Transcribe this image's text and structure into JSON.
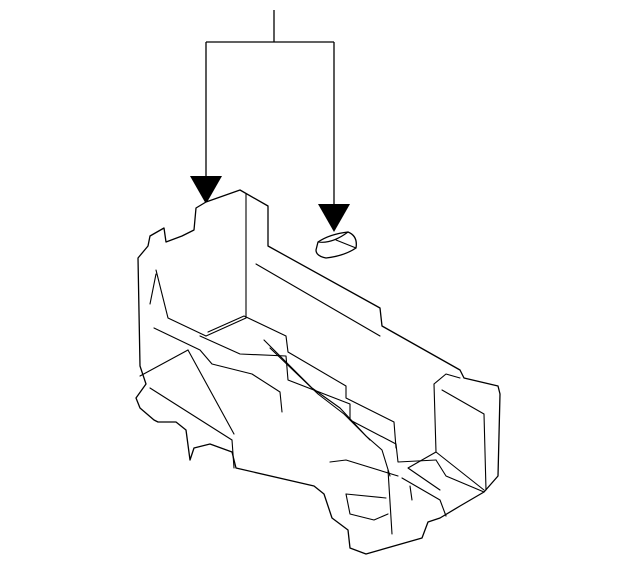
{
  "diagram": {
    "kind": "exploded parts diagram",
    "callout_count": 2,
    "parts": [
      {
        "name": "housing",
        "icon": "box-housing-icon"
      },
      {
        "name": "clip",
        "icon": "clip-icon"
      }
    ],
    "colors": {
      "line": "#000000",
      "fill": "#ffffff",
      "background": "#ffffff"
    }
  }
}
